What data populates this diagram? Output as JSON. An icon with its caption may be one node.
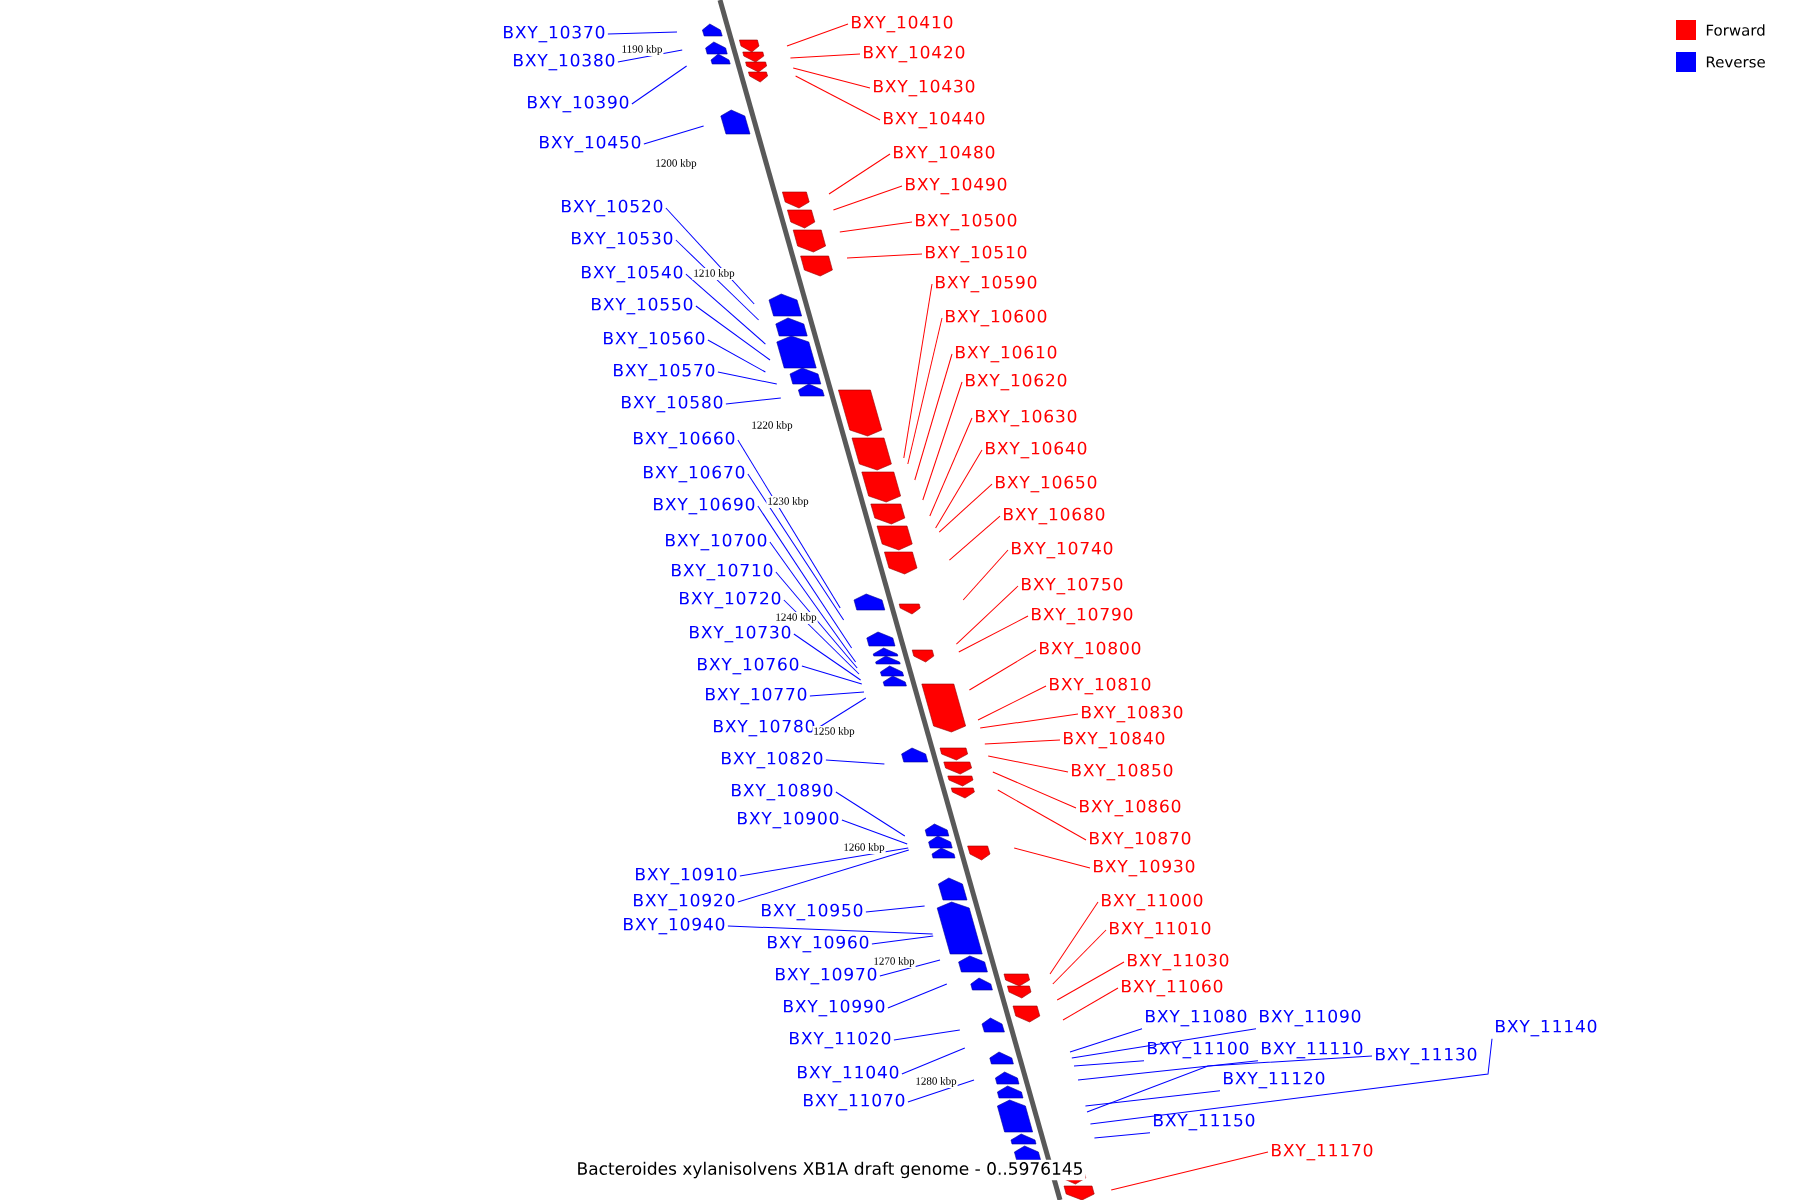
{
  "diagram": {
    "title": "Bacteroides xylanisolvens XB1A draft genome - 0..5976145",
    "nodes": [
      {
        "text": [
          "BXY_10370"
        ]
      },
      {
        "text": [
          "BXY_10380"
        ]
      },
      {
        "text": [
          "BXY_10390"
        ]
      },
      {
        "text": [
          "BXY_10450"
        ]
      },
      {
        "text": [
          "BXY_10520"
        ]
      },
      {
        "text": [
          "BXY_10530"
        ]
      },
      {
        "text": [
          "BXY_10540"
        ]
      },
      {
        "text": [
          "BXY_10550"
        ]
      },
      {
        "text": [
          "BXY_10560"
        ]
      },
      {
        "text": [
          "BXY_10570"
        ]
      },
      {
        "text": [
          "BXY_10580"
        ]
      },
      {
        "text": [
          "BXY_10660"
        ]
      },
      {
        "text": [
          "BXY_10670"
        ]
      },
      {
        "text": [
          "BXY_10690"
        ]
      },
      {
        "text": [
          "BXY_10700"
        ]
      },
      {
        "text": [
          "BXY_10710"
        ]
      },
      {
        "text": [
          "BXY_10720"
        ]
      },
      {
        "text": [
          "BXY_10730"
        ]
      },
      {
        "text": [
          "BXY_10760"
        ]
      },
      {
        "text": [
          "BXY_10770"
        ]
      },
      {
        "text": [
          "BXY_10780"
        ]
      },
      {
        "text": [
          "BXY_10820"
        ]
      },
      {
        "text": [
          "BXY_10890"
        ]
      },
      {
        "text": [
          "BXY_10900"
        ]
      },
      {
        "text": [
          "BXY_10910"
        ]
      },
      {
        "text": [
          "BXY_10920"
        ]
      },
      {
        "text": [
          "BXY_10940"
        ]
      },
      {
        "text": [
          "BXY_10950"
        ]
      },
      {
        "text": [
          "BXY_10960"
        ]
      },
      {
        "text": [
          "BXY_10970"
        ]
      },
      {
        "text": [
          "BXY_10990"
        ]
      },
      {
        "text": [
          "BXY_11020"
        ]
      },
      {
        "text": [
          "BXY_11040"
        ]
      },
      {
        "text": [
          "BXY_11070"
        ]
      },
      {
        "text": [
          "BXY_10410"
        ]
      },
      {
        "text": [
          "BXY_10420"
        ]
      },
      {
        "text": [
          "BXY_10430"
        ]
      },
      {
        "text": [
          "BXY_10440"
        ]
      },
      {
        "text": [
          "BXY_10480"
        ]
      },
      {
        "text": [
          "BXY_10490"
        ]
      },
      {
        "text": [
          "BXY_10500"
        ]
      },
      {
        "text": [
          "BXY_10510"
        ]
      },
      {
        "text": [
          "BXY_10590"
        ]
      },
      {
        "text": [
          "BXY_10600"
        ]
      },
      {
        "text": [
          "BXY_10610"
        ]
      },
      {
        "text": [
          "BXY_10620"
        ]
      },
      {
        "text": [
          "BXY_10630"
        ]
      },
      {
        "text": [
          "BXY_10640"
        ]
      },
      {
        "text": [
          "BXY_10650"
        ]
      },
      {
        "text": [
          "BXY_10680"
        ]
      },
      {
        "text": [
          "BXY_10740"
        ]
      },
      {
        "text": [
          "BXY_10750"
        ]
      },
      {
        "text": [
          "BXY_10790"
        ]
      },
      {
        "text": [
          "BXY_10800"
        ]
      },
      {
        "text": [
          "BXY_10810"
        ]
      },
      {
        "text": [
          "BXY_10830"
        ]
      },
      {
        "text": [
          "BXY_10840"
        ]
      },
      {
        "text": [
          "BXY_10850"
        ]
      },
      {
        "text": [
          "BXY_10860"
        ]
      },
      {
        "text": [
          "BXY_10870"
        ]
      },
      {
        "text": [
          "BXY_10930"
        ]
      },
      {
        "text": [
          "BXY_11000"
        ]
      },
      {
        "text": [
          "BXY_11010"
        ]
      },
      {
        "text": [
          "BXY_11030"
        ]
      },
      {
        "text": [
          "BXY_11060"
        ]
      },
      {
        "text": [
          "BXY_11170"
        ]
      },
      {
        "text": [
          "BXY_11080"
        ]
      },
      {
        "text": [
          "BXY_11090"
        ]
      },
      {
        "text": [
          "BXY_11100"
        ]
      },
      {
        "text": [
          "BXY_11110"
        ]
      },
      {
        "text": [
          "BXY_11120"
        ]
      },
      {
        "text": [
          "BXY_11130"
        ]
      },
      {
        "text": [
          "BXY_11140"
        ]
      },
      {
        "text": [
          "BXY_11150"
        ]
      }
    ],
    "edges": [
      {
        "from": 0,
        "to": null,
        "arrow": "none"
      },
      {
        "from": 1,
        "to": null,
        "arrow": "none"
      },
      {
        "from": 2,
        "to": null,
        "arrow": "none"
      },
      {
        "from": 3,
        "to": null,
        "arrow": "none"
      },
      {
        "from": 4,
        "to": null,
        "arrow": "none"
      },
      {
        "from": 5,
        "to": null,
        "arrow": "none"
      },
      {
        "from": 6,
        "to": null,
        "arrow": "none"
      },
      {
        "from": 7,
        "to": null,
        "arrow": "none"
      },
      {
        "from": 8,
        "to": null,
        "arrow": "none"
      },
      {
        "from": 9,
        "to": null,
        "arrow": "none"
      },
      {
        "from": 10,
        "to": null,
        "arrow": "none"
      },
      {
        "from": 11,
        "to": null,
        "arrow": "none"
      },
      {
        "from": 12,
        "to": null,
        "arrow": "none"
      },
      {
        "from": 13,
        "to": null,
        "arrow": "none"
      },
      {
        "from": 14,
        "to": null,
        "arrow": "none"
      },
      {
        "from": 15,
        "to": null,
        "arrow": "none"
      },
      {
        "from": 16,
        "to": null,
        "arrow": "none"
      },
      {
        "from": 17,
        "to": null,
        "arrow": "none"
      },
      {
        "from": 18,
        "to": null,
        "arrow": "none"
      },
      {
        "from": 19,
        "to": null,
        "arrow": "none"
      },
      {
        "from": 20,
        "to": null,
        "arrow": "none"
      },
      {
        "from": 21,
        "to": null,
        "arrow": "none"
      },
      {
        "from": 22,
        "to": null,
        "arrow": "none"
      },
      {
        "from": 23,
        "to": null,
        "arrow": "none"
      },
      {
        "from": 24,
        "to": null,
        "arrow": "none"
      },
      {
        "from": 25,
        "to": null,
        "arrow": "none"
      },
      {
        "from": 26,
        "to": null,
        "arrow": "none"
      },
      {
        "from": 27,
        "to": null,
        "arrow": "none"
      },
      {
        "from": 28,
        "to": null,
        "arrow": "none"
      },
      {
        "from": 29,
        "to": null,
        "arrow": "none"
      },
      {
        "from": 30,
        "to": null,
        "arrow": "none"
      },
      {
        "from": 31,
        "to": null,
        "arrow": "none"
      },
      {
        "from": 32,
        "to": null,
        "arrow": "none"
      },
      {
        "from": 33,
        "to": null,
        "arrow": "none"
      },
      {
        "from": 34,
        "to": null,
        "arrow": "none",
        "color": "#ff0000"
      },
      {
        "from": 35,
        "to": null,
        "arrow": "none",
        "color": "#ff0000"
      },
      {
        "from": 36,
        "to": null,
        "arrow": "none",
        "color": "#ff0000"
      },
      {
        "from": 37,
        "to": null,
        "arrow": "none",
        "color": "#ff0000"
      },
      {
        "from": 38,
        "to": null,
        "arrow": "none",
        "color": "#ff0000"
      },
      {
        "from": 39,
        "to": null,
        "arrow": "none",
        "color": "#ff0000"
      },
      {
        "from": 40,
        "to": null,
        "arrow": "none",
        "color": "#ff0000"
      },
      {
        "from": 41,
        "to": null,
        "arrow": "none",
        "color": "#ff0000"
      },
      {
        "from": 42,
        "to": null,
        "arrow": "none",
        "color": "#ff0000"
      },
      {
        "from": 43,
        "to": null,
        "arrow": "none",
        "color": "#ff0000"
      },
      {
        "from": 44,
        "to": null,
        "arrow": "none",
        "color": "#ff0000"
      },
      {
        "from": 45,
        "to": null,
        "arrow": "none",
        "color": "#ff0000"
      },
      {
        "from": 46,
        "to": null,
        "arrow": "none",
        "color": "#ff0000"
      },
      {
        "from": 47,
        "to": null,
        "arrow": "none",
        "color": "#ff0000"
      },
      {
        "from": 48,
        "to": null,
        "arrow": "none",
        "color": "#ff0000"
      },
      {
        "from": 49,
        "to": null,
        "arrow": "none",
        "color": "#ff0000"
      },
      {
        "from": 50,
        "to": null,
        "arrow": "none",
        "color": "#ff0000"
      },
      {
        "from": 51,
        "to": null,
        "arrow": "none",
        "color": "#ff0000"
      },
      {
        "from": 52,
        "to": null,
        "arrow": "none",
        "color": "#ff0000"
      },
      {
        "from": 53,
        "to": null,
        "arrow": "none",
        "color": "#ff0000"
      },
      {
        "from": 54,
        "to": null,
        "arrow": "none",
        "color": "#ff0000"
      },
      {
        "from": 55,
        "to": null,
        "arrow": "none",
        "color": "#ff0000"
      },
      {
        "from": 56,
        "to": null,
        "arrow": "none",
        "color": "#ff0000"
      },
      {
        "from": 57,
        "to": null,
        "arrow": "none",
        "color": "#ff0000"
      },
      {
        "from": 58,
        "to": null,
        "arrow": "none",
        "color": "#ff0000"
      },
      {
        "from": 59,
        "to": null,
        "arrow": "none",
        "color": "#ff0000"
      },
      {
        "from": 60,
        "to": null,
        "arrow": "none",
        "color": "#ff0000"
      },
      {
        "from": 61,
        "to": null,
        "arrow": "none",
        "color": "#ff0000"
      },
      {
        "from": 62,
        "to": null,
        "arrow": "none",
        "color": "#ff0000"
      },
      {
        "from": 63,
        "to": null,
        "arrow": "none",
        "color": "#ff0000"
      },
      {
        "from": 64,
        "to": null,
        "arrow": "none",
        "color": "#ff0000"
      },
      {
        "from": 65,
        "to": null,
        "arrow": "none",
        "color": "#ff0000"
      },
      {
        "from": 66,
        "to": null,
        "arrow": "none"
      },
      {
        "from": 67,
        "to": null,
        "arrow": "none"
      },
      {
        "from": 68,
        "to": null,
        "arrow": "none"
      },
      {
        "from": 69,
        "to": null,
        "arrow": "none"
      },
      {
        "from": 70,
        "to": null,
        "arrow": "none"
      },
      {
        "from": 71,
        "to": null,
        "arrow": "none"
      },
      {
        "from": 72,
        "to": null,
        "arrow": "none"
      },
      {
        "from": 73,
        "to": null,
        "arrow": "none"
      }
    ],
    "labels": [
      "1190 kbp",
      "1200 kbp",
      "1210 kbp",
      "1220 kbp",
      "1230 kbp",
      "1240 kbp",
      "1250 kbp",
      "1260 kbp",
      "1270 kbp",
      "1280 kbp"
    ],
    "legend": [
      {
        "text": "Forward",
        "color": "#ff0000"
      },
      {
        "text": "Reverse",
        "color": "#0000ff"
      }
    ]
  }
}
